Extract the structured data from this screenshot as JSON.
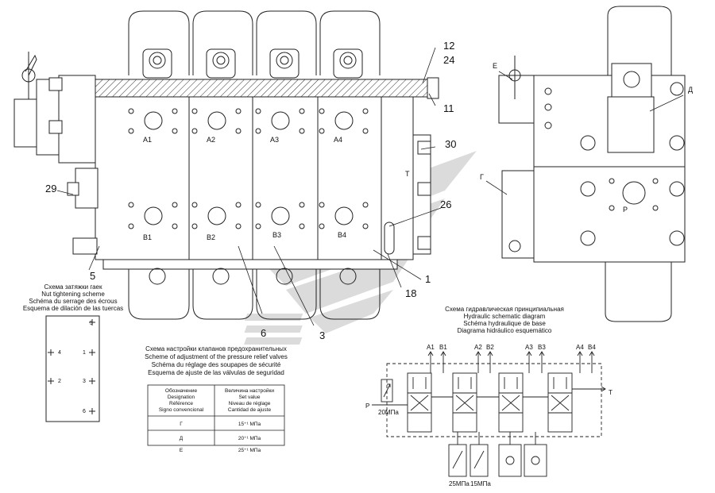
{
  "main_view": {
    "port_labels_top": [
      "A1",
      "A2",
      "A3",
      "A4"
    ],
    "port_labels_bottom": [
      "B1",
      "B2",
      "B3",
      "B4"
    ],
    "tank_label": "T"
  },
  "callouts": {
    "c12": "12",
    "c24": "24",
    "c11": "11",
    "c30": "30",
    "c29": "29",
    "c26": "26",
    "c5": "5",
    "c6": "6",
    "c3": "3",
    "c1": "1",
    "c18": "18"
  },
  "side_view": {
    "label_e": "Е",
    "label_d": "Д",
    "label_g": "Г",
    "label_p": "P"
  },
  "nut_scheme": {
    "caption": [
      "Схема затяжки гаек",
      "Nut tightening scheme",
      "Schéma du serrage des écrous",
      "Esquema de dilación de las tuercas"
    ],
    "numbers": [
      "5",
      "4",
      "1",
      "2",
      "3",
      "6"
    ]
  },
  "relief_scheme": {
    "caption": [
      "Схема настройки клапанов предохранительных",
      "Scheme of adjustment of the pressure relief valves",
      "Schéma du réglage des soupapes de sécurité",
      "Esquema de ajuste de las válvulas de seguridad"
    ],
    "table": {
      "header_left": [
        "Обозначение",
        "Designation",
        "Référence",
        "Signo convencional"
      ],
      "header_right": [
        "Величина настройки",
        "Set value",
        "Niveau de réglage",
        "Cantidad de ajuste"
      ],
      "rows": [
        {
          "designation": "Г",
          "value": "15⁺¹ МПа"
        },
        {
          "designation": "Д",
          "value": "20⁺¹ МПа"
        },
        {
          "designation": "Е",
          "value": "25⁺¹ МПа"
        }
      ]
    }
  },
  "hydraulic_scheme": {
    "caption": [
      "Схема гидравлическая принципиальная",
      "Hydraulic schematic diagram",
      "Schéma hydraulique de base",
      "Diagrama hidráulico esquemático"
    ],
    "port_labels": [
      "A1",
      "B1",
      "A2",
      "B2",
      "A3",
      "B3",
      "A4",
      "B4"
    ],
    "p_label": "P",
    "t_label": "T",
    "pressure_main": "20МПа",
    "pressure_left": "25МПа",
    "pressure_right": "15МПа"
  }
}
